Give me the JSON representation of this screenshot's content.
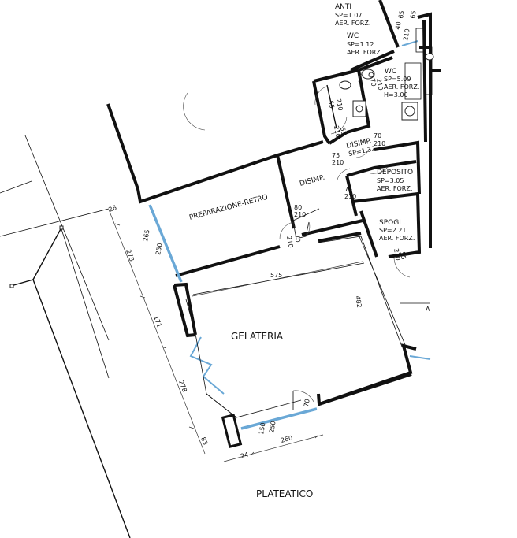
{
  "rooms": {
    "gelateria": "GELATERIA",
    "plateatico": "PLATEATICO",
    "preparazione": "PREPARAZIONE-RETRO",
    "disimp_1": "DISIMP.",
    "disimp_2": {
      "name": "DISIMP.",
      "sp": "SP=1.32"
    },
    "anti": {
      "name": "ANTI",
      "sp": "SP=1.07",
      "aer": "AER. FORZ."
    },
    "wc_1": {
      "name": "WC",
      "sp": "SP=1.12",
      "aer": "AER. FORZ."
    },
    "wc_2": {
      "name": "WC",
      "sp": "SP=5.09",
      "aer": "AER. FORZ.",
      "h": "H=3.00"
    },
    "deposito": {
      "name": "DEPOSITO",
      "sp": "SP=3.05",
      "aer": "AER. FORZ."
    },
    "spogl": {
      "name": "SPOGL.",
      "sp": "SP=2.21",
      "aer": "AER. FORZ."
    }
  },
  "dimensions": {
    "d575": "575",
    "d482": "482",
    "d265": "265",
    "d250": "250",
    "d273": "273",
    "d171": "171",
    "d278": "278",
    "d83": "83",
    "d26": "26",
    "d24": "24",
    "d260": "260",
    "d150": "150",
    "d250b": "250",
    "d80": "80",
    "d210a": "210",
    "d70a": "70",
    "d210b": "210",
    "d75a": "75",
    "d210c": "210",
    "d75b": "75",
    "d210d": "210",
    "d70b": "70",
    "d210e": "210",
    "d65a": "65",
    "d65b": "65",
    "d40": "40",
    "d210f": "210",
    "d55a": "55",
    "d210g": "210",
    "d210h": "210",
    "d55b": "55",
    "d70c": "70",
    "d210i": "210",
    "d70d": "70",
    "d210j": "210",
    "d55c": "55",
    "d70e": "70"
  },
  "edge_label": "A"
}
